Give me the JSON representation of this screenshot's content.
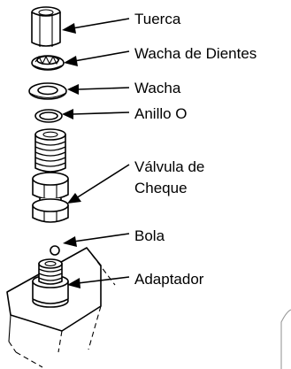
{
  "labels": {
    "nut": "Tuerca",
    "tooth_washer": "Wacha de Dientes",
    "washer": "Wacha",
    "o_ring": "Anillo O",
    "check_valve_line1": "Válvula de",
    "check_valve_line2": "Cheque",
    "ball": "Bola",
    "adapter": "Adaptador"
  }
}
